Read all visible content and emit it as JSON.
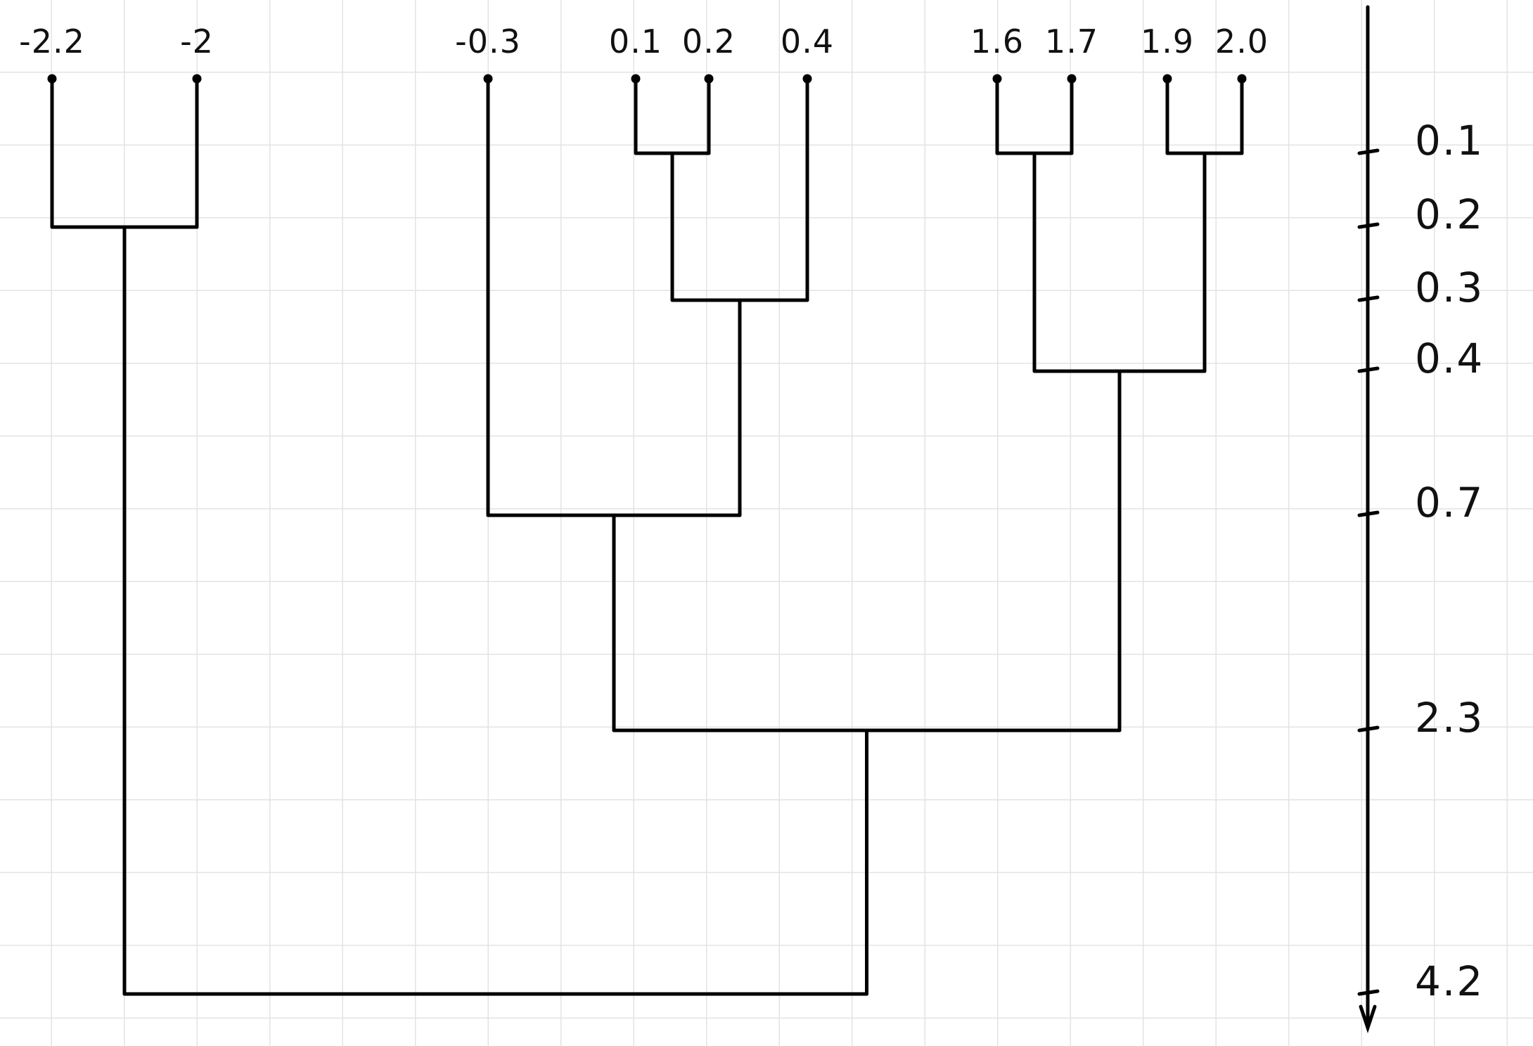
{
  "diagram": {
    "type": "dendrogram",
    "leaves": [
      "-2.2",
      "-2",
      "-0.3",
      "0.1",
      "0.2",
      "0.4",
      "1.6",
      "1.7",
      "1.9",
      "2.0"
    ],
    "merges": [
      {
        "left": "0.1",
        "right": "0.2",
        "height": 0.1
      },
      {
        "left": "1.6",
        "right": "1.7",
        "height": 0.1
      },
      {
        "left": "1.9",
        "right": "2.0",
        "height": 0.1
      },
      {
        "left": "-2.2",
        "right": "-2",
        "height": 0.2
      },
      {
        "left": "{0.1,0.2}",
        "right": "0.4",
        "height": 0.3
      },
      {
        "left": "{1.6,1.7}",
        "right": "{1.9,2.0}",
        "height": 0.4
      },
      {
        "left": "-0.3",
        "right": "{0.1,0.2,0.4}",
        "height": 0.7
      },
      {
        "left": "{-0.3,0.1,0.2,0.4}",
        "right": "{1.6,1.7,1.9,2.0}",
        "height": 2.3
      },
      {
        "left": "{-2.2,-2}",
        "right": "{-0.3,...,2.0}",
        "height": 4.2
      }
    ],
    "axis": {
      "direction": "downward",
      "tick_labels": [
        "0.1",
        "0.2",
        "0.3",
        "0.4",
        "0.7",
        "2.3",
        "4.2"
      ]
    }
  },
  "style": {
    "line_color": "#000000",
    "grid_color": "#e3e3e3",
    "background": "#ffffff"
  }
}
